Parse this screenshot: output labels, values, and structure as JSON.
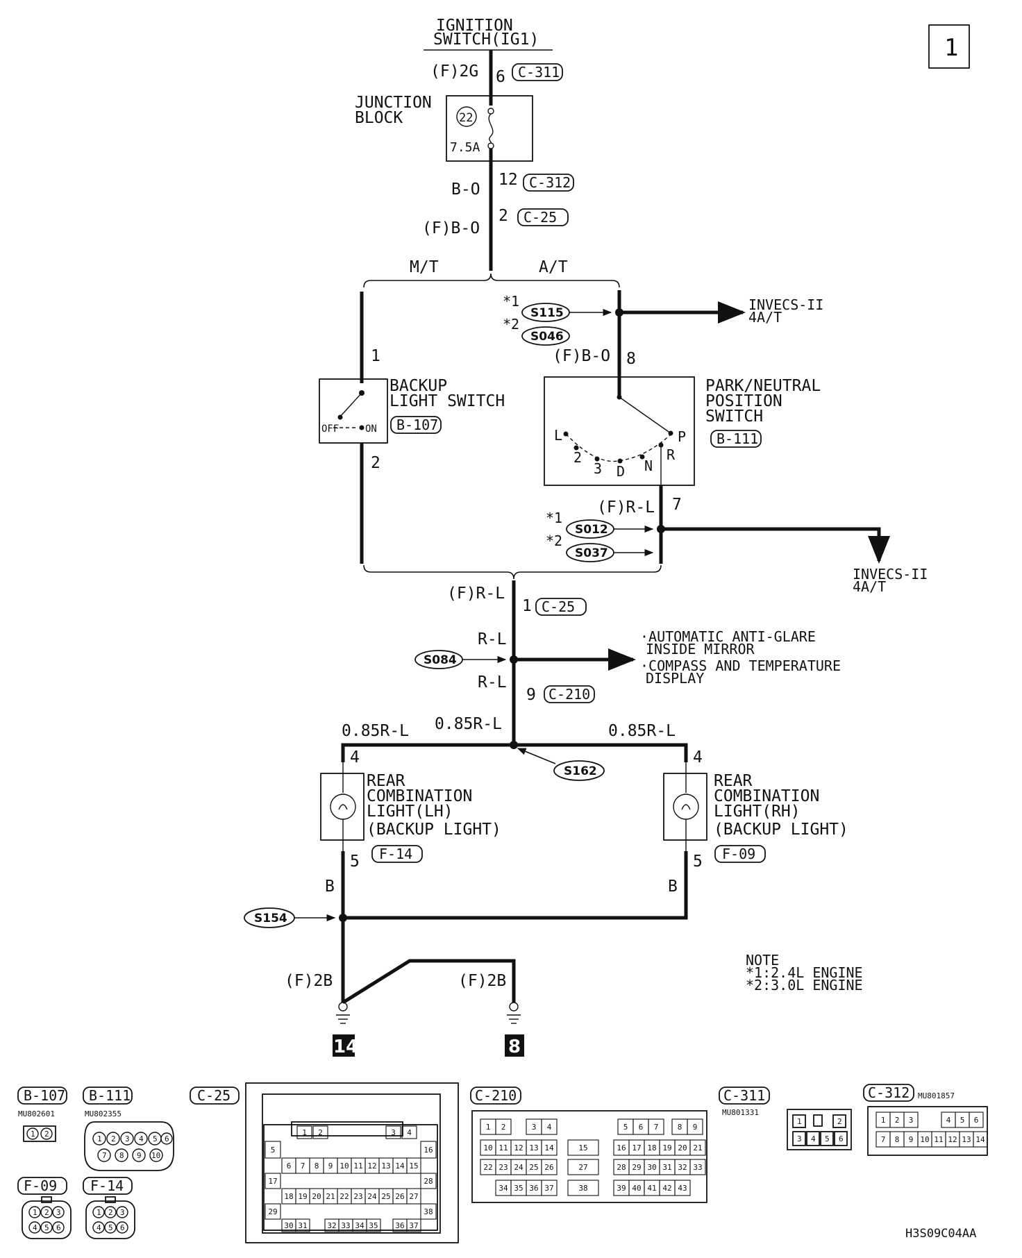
{
  "page": {
    "page_number": "1",
    "figure_code": "H3S09C04AA",
    "note": {
      "title": "NOTE",
      "lines": [
        "*1:2.4L ENGINE",
        "*2:3.0L ENGINE"
      ]
    }
  },
  "supply": {
    "ignition_label_1": "IGNITION",
    "ignition_label_2": "SWITCH(IG1)",
    "wire_f2g": "(F)2G",
    "pin_6": "6",
    "conn_c311": "C-311",
    "jb_label_1": "JUNCTION",
    "jb_label_2": "BLOCK",
    "fuse_no": "22",
    "fuse_rating": "7.5A",
    "pin_12": "12",
    "conn_c312": "C-312",
    "wire_bo": "B-O",
    "pin_2": "2",
    "conn_c25": "C-25",
    "wire_fbo": "(F)B-O"
  },
  "branches": {
    "mt": "M/T",
    "at": "A/T"
  },
  "backup_switch": {
    "label_1": "BACKUP",
    "label_2": "LIGHT SWITCH",
    "connector": "B-107",
    "pin_in": "1",
    "pin_out": "2",
    "off": "OFF",
    "on": "ON"
  },
  "park_neutral_switch": {
    "label_1": "PARK/NEUTRAL",
    "label_2": "POSITION",
    "label_3": "SWITCH",
    "connector": "B-111",
    "pin_in": "8",
    "pin_out": "7",
    "wire_in": "(F)B-O",
    "wire_out": "(F)R-L",
    "positions": [
      "L",
      "2",
      "3",
      "D",
      "N",
      "R",
      "P"
    ]
  },
  "splices": {
    "s115": "S115",
    "s046": "S046",
    "s012": "S012",
    "s037": "S037",
    "s084": "S084",
    "s162": "S162",
    "s154": "S154",
    "mark_1": "*1",
    "mark_2": "*2"
  },
  "invecs": {
    "line_1": "INVECS-II",
    "line_2": "4A/T"
  },
  "backup_feed": {
    "wire_frl": "(F)R-L",
    "pin_1": "1",
    "conn_c25": "C-25",
    "wire_rl_1": "R-L",
    "wire_rl_2": "R-L",
    "pin_9": "9",
    "conn_c210": "C-210",
    "mirror_1": "·AUTOMATIC ANTI-GLARE",
    "mirror_2": "INSIDE MIRROR",
    "display_1": "·COMPASS AND TEMPERATURE",
    "display_2": "DISPLAY",
    "wire_085_left": "0.85R-L",
    "wire_085_center": "0.85R-L",
    "wire_085_right": "0.85R-L"
  },
  "lamp_lh": {
    "line_1": "REAR",
    "line_2": "COMBINATION",
    "line_3": "LIGHT(LH)",
    "line_4": "(BACKUP LIGHT)",
    "connector": "F-14",
    "pin_in": "4",
    "pin_out": "5",
    "wire_out": "B"
  },
  "lamp_rh": {
    "line_1": "REAR",
    "line_2": "COMBINATION",
    "line_3": "LIGHT(RH)",
    "line_4": "(BACKUP LIGHT)",
    "connector": "F-09",
    "pin_in": "4",
    "pin_out": "5",
    "wire_out": "B"
  },
  "grounds": {
    "wire_left": "(F)2B",
    "wire_right": "(F)2B",
    "ground_left": "14",
    "ground_right": "8"
  },
  "connectors": {
    "b107": {
      "name": "B-107",
      "part": "MU802601",
      "pins": [
        "1",
        "2"
      ]
    },
    "b111": {
      "name": "B-111",
      "part": "MU802355",
      "pins_top": [
        "1",
        "2",
        "3",
        "4",
        "5",
        "6"
      ],
      "pins_bottom": [
        "7",
        "8",
        "9",
        "10"
      ]
    },
    "f09": {
      "name": "F-09",
      "pins_top": [
        "1",
        "2",
        "3"
      ],
      "pins_bottom": [
        "4",
        "5",
        "6"
      ]
    },
    "f14": {
      "name": "F-14",
      "pins_top": [
        "1",
        "2",
        "3"
      ],
      "pins_bottom": [
        "4",
        "5",
        "6"
      ]
    },
    "c25": {
      "name": "C-25",
      "r1": [
        "1",
        "2",
        "3",
        "4"
      ],
      "r2": [
        "5",
        "16"
      ],
      "r3": [
        "6",
        "7",
        "8",
        "9",
        "10",
        "11",
        "12",
        "13",
        "14",
        "15"
      ],
      "r4": [
        "17",
        "28"
      ],
      "r5": [
        "18",
        "19",
        "20",
        "21",
        "22",
        "23",
        "24",
        "25",
        "26",
        "27"
      ],
      "r6": [
        "29",
        "38"
      ],
      "r7": [
        "30",
        "31",
        "32",
        "33",
        "34",
        "35",
        "36",
        "37"
      ]
    },
    "c210": {
      "name": "C-210",
      "r1": [
        "1",
        "2",
        "3",
        "4",
        "5",
        "6",
        "7",
        "8",
        "9"
      ],
      "r2": [
        "10",
        "11",
        "12",
        "13",
        "14",
        "15",
        "16",
        "17",
        "18",
        "19",
        "20",
        "21"
      ],
      "r3": [
        "22",
        "23",
        "24",
        "25",
        "26",
        "27",
        "28",
        "29",
        "30",
        "31",
        "32",
        "33"
      ],
      "r4": [
        "34",
        "35",
        "36",
        "37",
        "38",
        "39",
        "40",
        "41",
        "42",
        "43"
      ]
    },
    "c311": {
      "name": "C-311",
      "part": "MU801331",
      "pins": [
        "1",
        "2",
        "3",
        "4",
        "5",
        "6"
      ]
    },
    "c312": {
      "name": "C-312",
      "part": "MU801857",
      "pins": [
        "1",
        "2",
        "3",
        "4",
        "5",
        "6",
        "7",
        "8",
        "9",
        "10",
        "11",
        "12",
        "13",
        "14"
      ]
    }
  }
}
